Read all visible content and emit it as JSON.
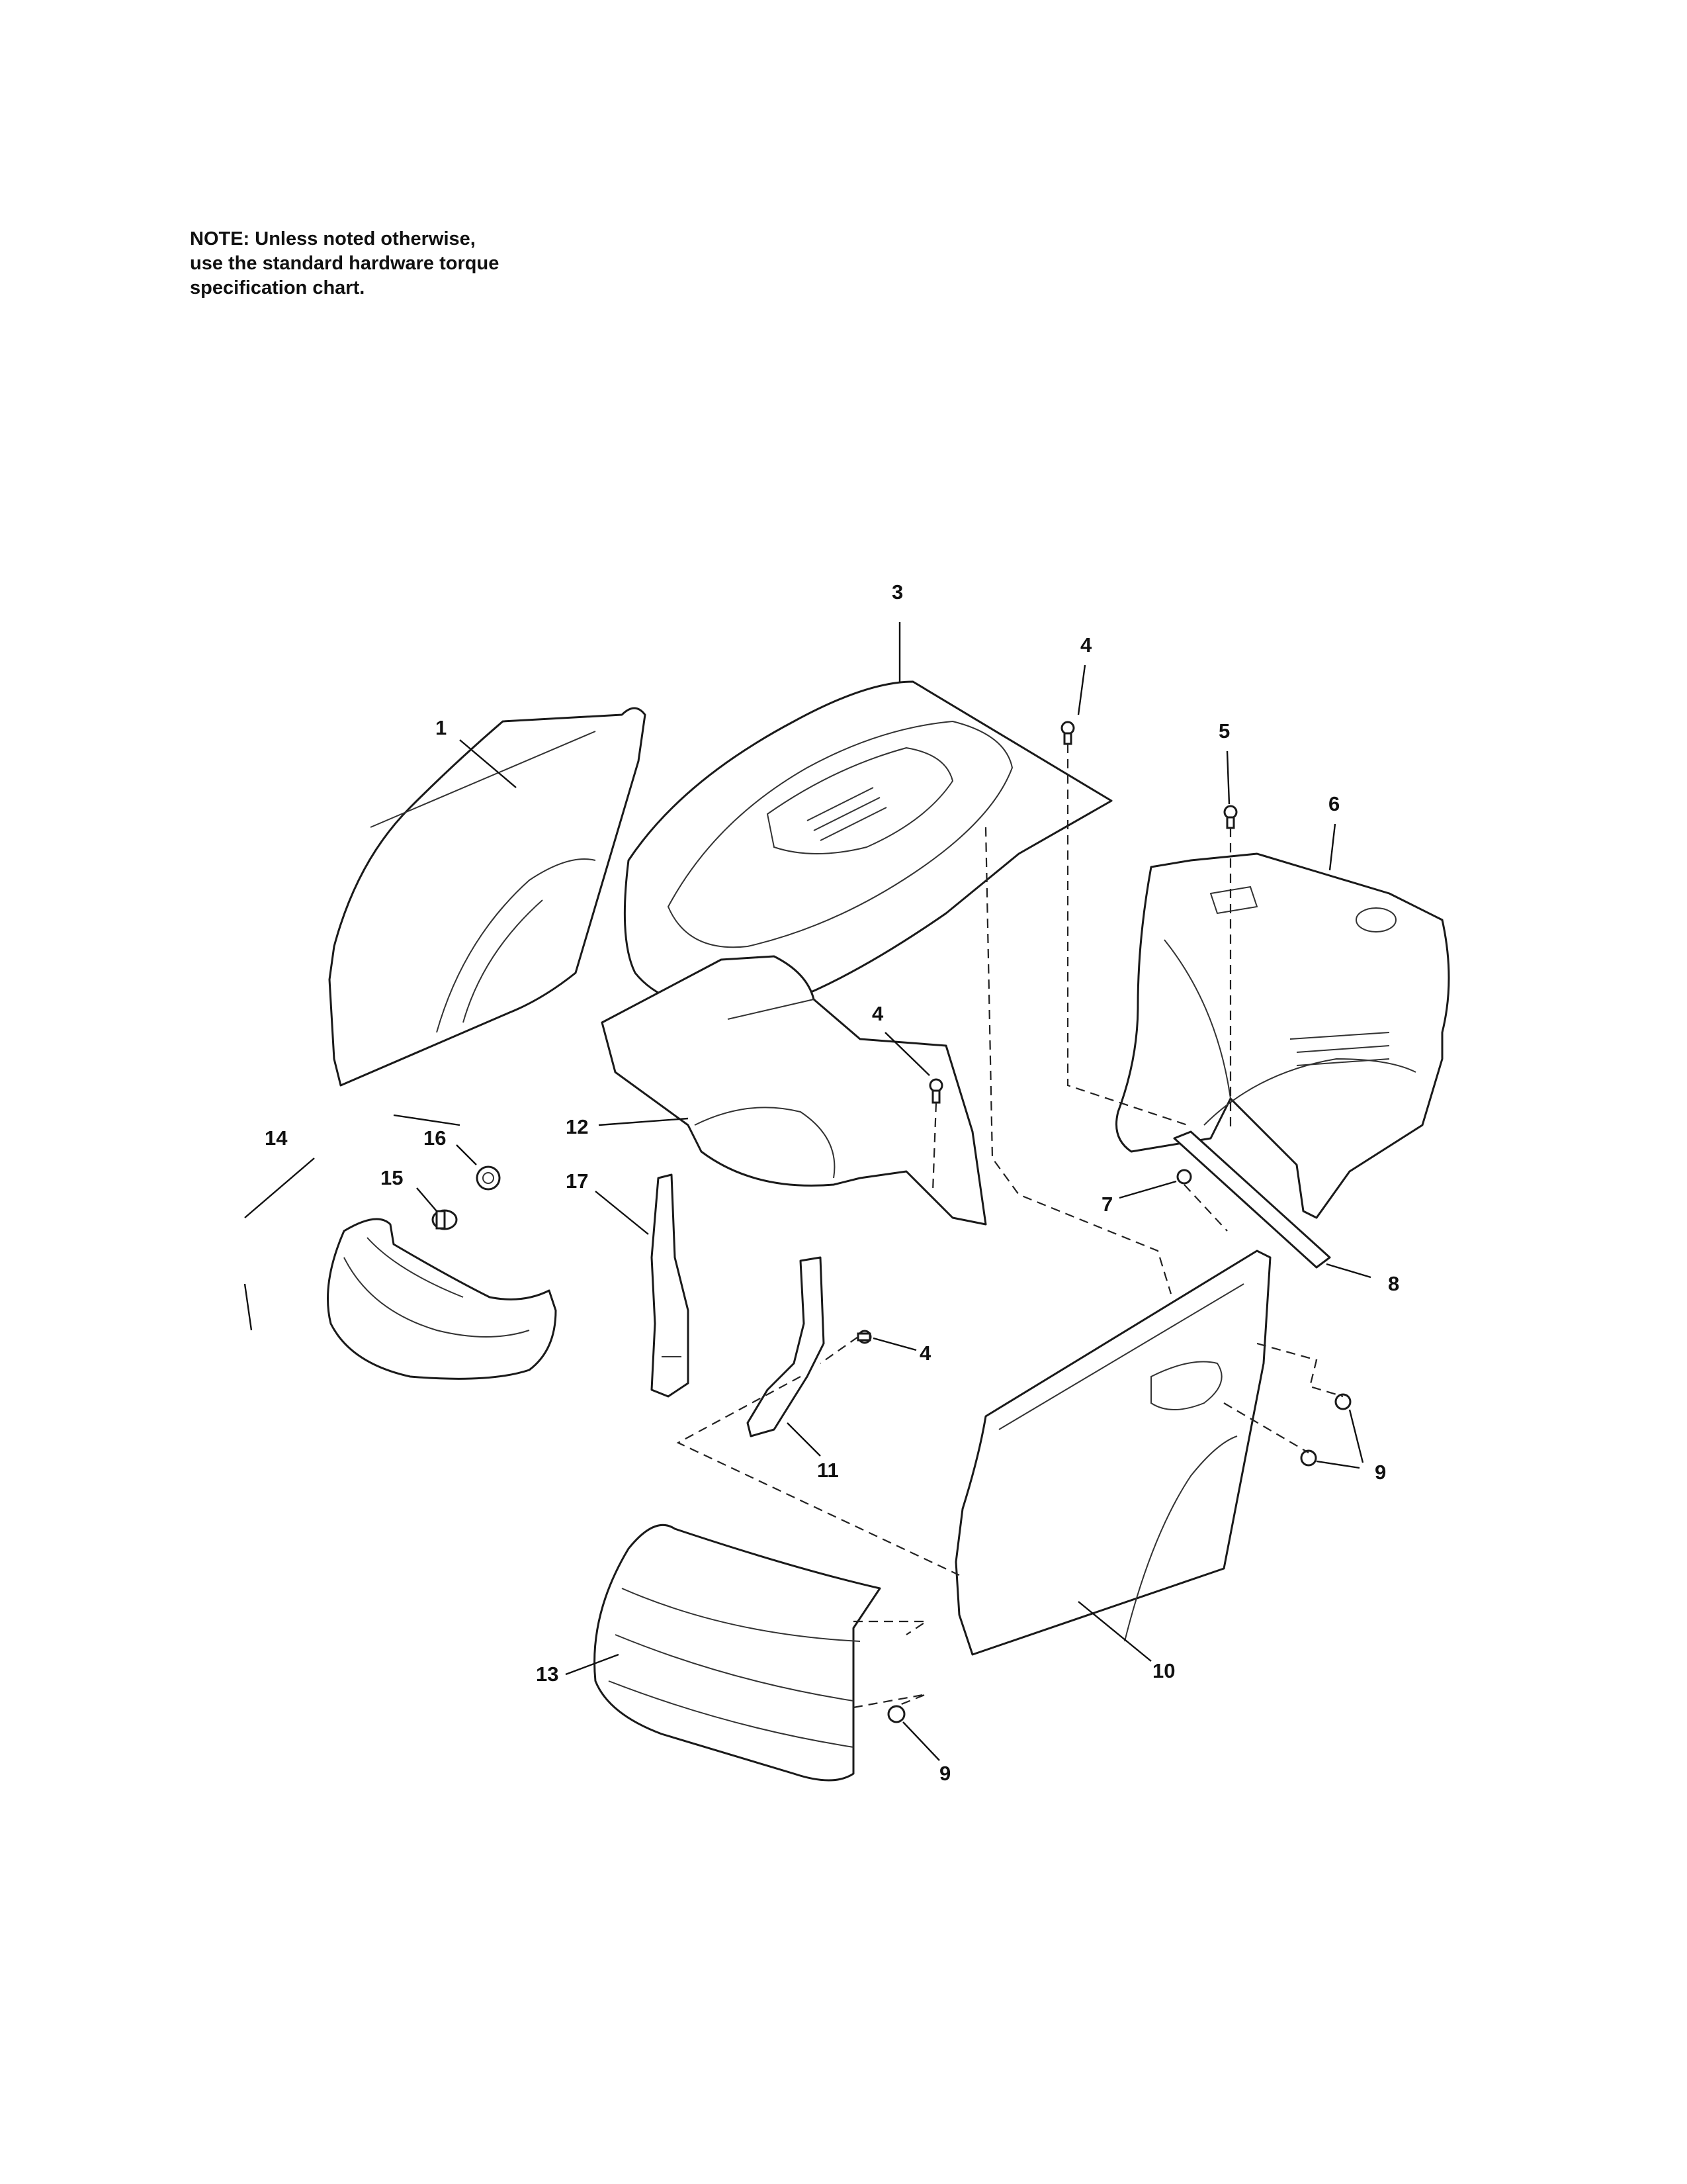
{
  "note": {
    "line1": "NOTE: Unless noted otherwise,",
    "line2": "use the standard hardware torque",
    "line3": "specification chart."
  },
  "callouts": {
    "c1": "1",
    "c3": "3",
    "c4a": "4",
    "c5": "5",
    "c6": "6",
    "c4b": "4",
    "c12": "12",
    "c14": "14",
    "c16": "16",
    "c15": "15",
    "c17": "17",
    "c7": "7",
    "c8": "8",
    "c4c": "4",
    "c11": "11",
    "c9a": "9",
    "c13": "13",
    "c10": "10",
    "c9b": "9"
  }
}
